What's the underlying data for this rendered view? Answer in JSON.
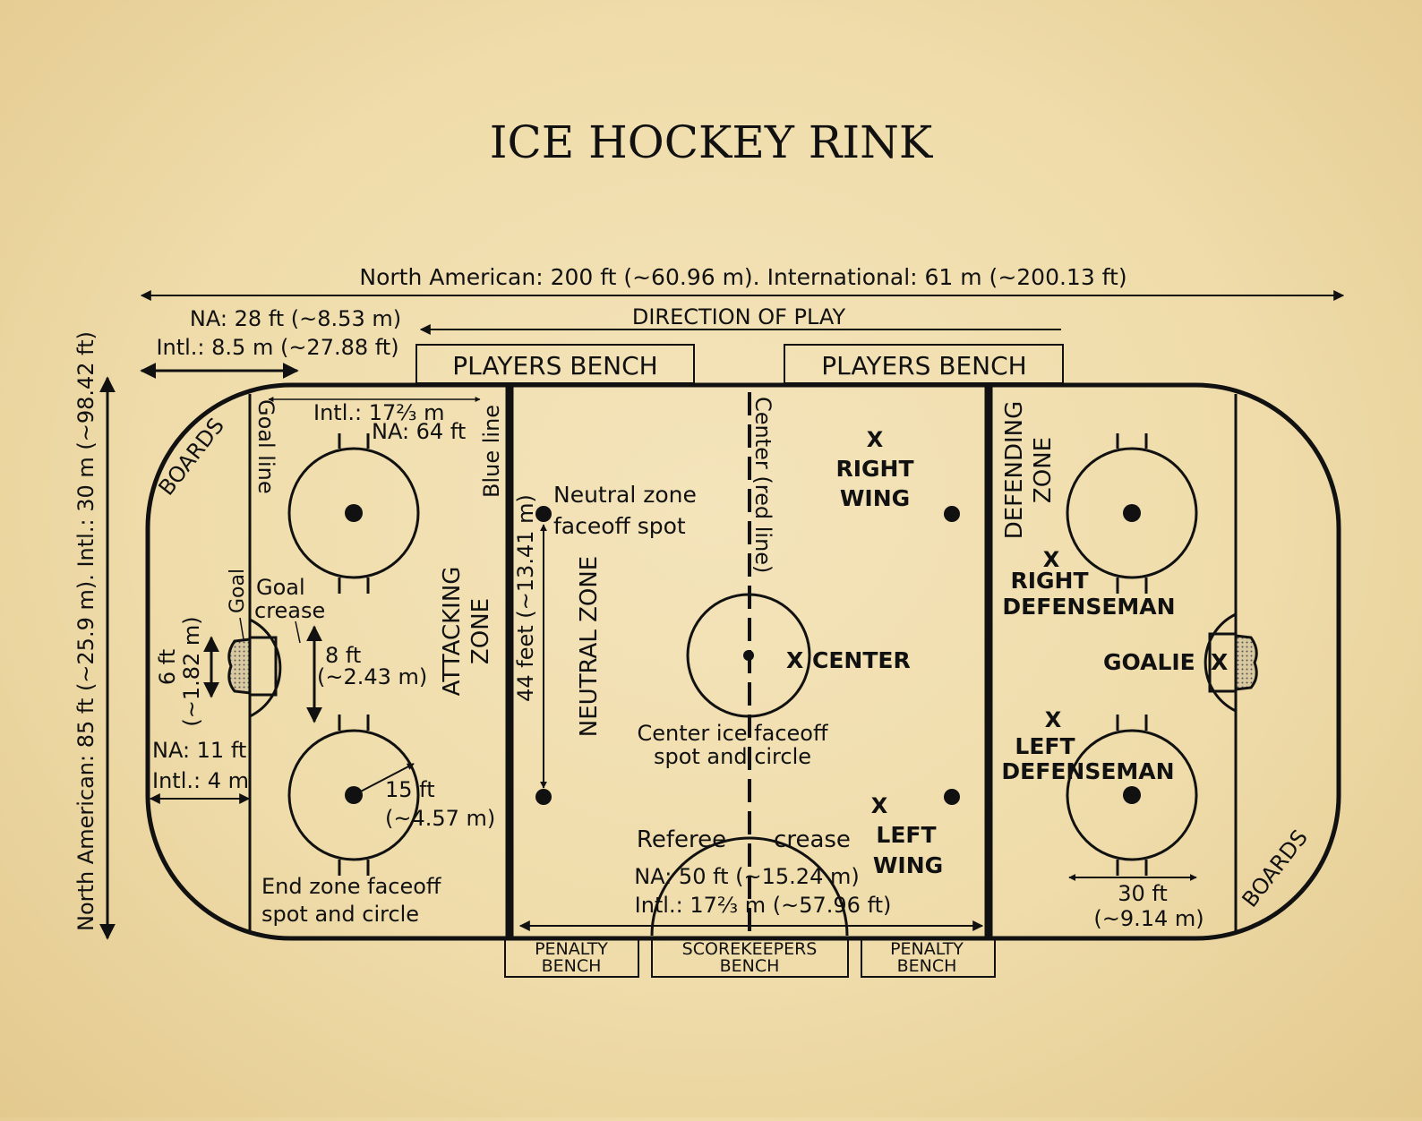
{
  "title": "ICE HOCKEY RINK",
  "colors": {
    "paper": "#f1e1b4",
    "ink": "#111111"
  },
  "dimensions": {
    "length": "North American: 200 ft (~60.96 m). International: 61 m (~200.13 ft)",
    "width": "North American: 85 ft (~25.9 m). Intl.: 30 m (~98.42 ft)",
    "corner_na": "NA: 28 ft (~8.53 m)",
    "corner_intl": "Intl.: 8.5 m (~27.88 ft)",
    "zone_intl": "Intl.: 17⅔ m",
    "zone_na": "NA: 64 ft",
    "goal_width": "6 ft",
    "goal_width_m": "(~1.82 m)",
    "crease": "8 ft",
    "crease_m": "(~2.43 m)",
    "goal_dist_na": "NA: 11 ft",
    "goal_dist_intl": "Intl.: 4 m",
    "circle_radius": "15 ft",
    "circle_radius_m": "(~4.57 m)",
    "spot_dist": "44 feet (~13.41 m)",
    "neutral_na": "NA: 50 ft (~15.24 m)",
    "neutral_intl": "Intl.: 17⅔ m (~57.96 ft)",
    "circle_diam": "30 ft",
    "circle_diam_m": "(~9.14 m)"
  },
  "labels": {
    "direction": "DIRECTION OF PLAY",
    "players_bench_left": "PLAYERS BENCH",
    "players_bench_right": "PLAYERS BENCH",
    "boards_left": "BOARDS",
    "boards_right": "BOARDS",
    "goal_line": "Goal line",
    "blue_line": "Blue line",
    "center_line": "Center (red line)",
    "attacking_zone_1": "ATTACKING",
    "attacking_zone_2": "ZONE",
    "neutral_zone": "NEUTRAL ZONE",
    "defending_zone_1": "DEFENDING",
    "defending_zone_2": "ZONE",
    "goal": "Goal",
    "goal_crease_1": "Goal",
    "goal_crease_2": "crease",
    "neutral_spot_1": "Neutral zone",
    "neutral_spot_2": "faceoff spot",
    "center_ice_1": "Center ice faceoff",
    "center_ice_2": "spot and circle",
    "end_zone_1": "End zone faceoff",
    "end_zone_2": "spot and circle",
    "referee": "Referee",
    "crease": "crease",
    "penalty_bench_left_1": "PENALTY",
    "penalty_bench_left_2": "BENCH",
    "scorekeepers_1": "SCOREKEEPERS",
    "scorekeepers_2": "BENCH",
    "penalty_bench_right_1": "PENALTY",
    "penalty_bench_right_2": "BENCH"
  },
  "positions": {
    "marker": "X",
    "right_wing_1": "RIGHT",
    "right_wing_2": "WING",
    "center": "CENTER",
    "left_wing_1": "LEFT",
    "left_wing_2": "WING",
    "right_def_1": "RIGHT",
    "right_def_2": "DEFENSEMAN",
    "left_def_1": "LEFT",
    "left_def_2": "DEFENSEMAN",
    "goalie": "GOALIE"
  }
}
